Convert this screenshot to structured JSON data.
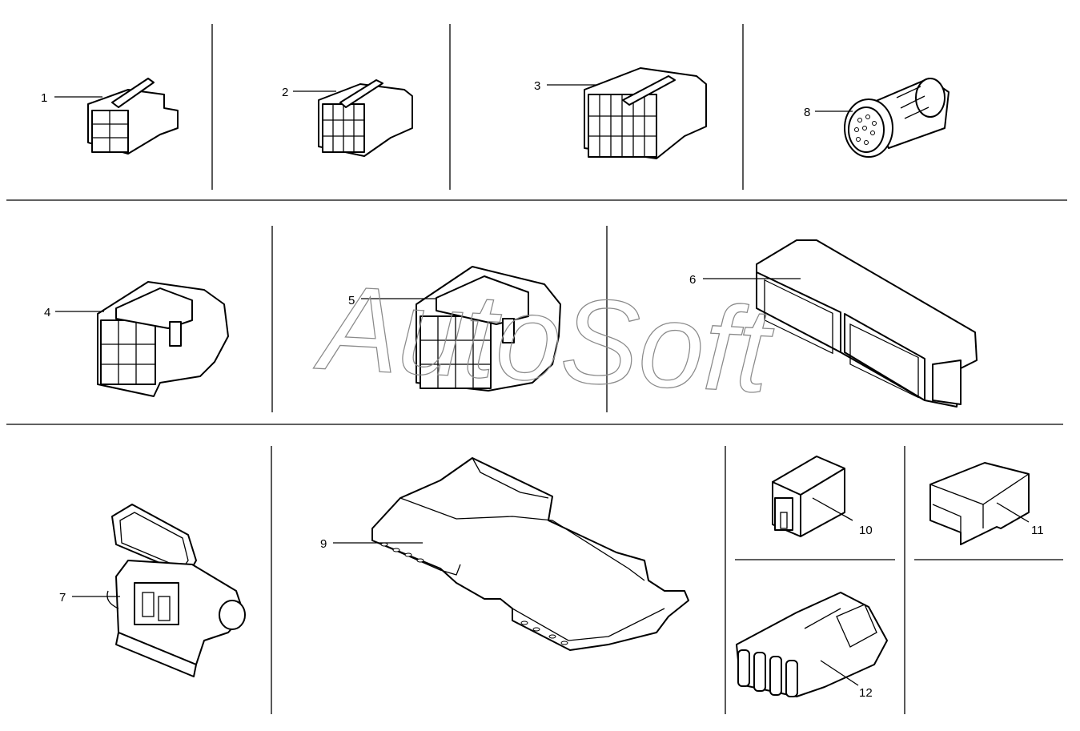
{
  "diagram": {
    "watermark": "AutoSoft",
    "parts": [
      {
        "id": "1",
        "label": "1",
        "icon": "small-6-pin-connector-icon"
      },
      {
        "id": "2",
        "label": "2",
        "icon": "8-pin-connector-icon"
      },
      {
        "id": "3",
        "label": "3",
        "icon": "12-pin-connector-icon"
      },
      {
        "id": "8",
        "label": "8",
        "icon": "round-circular-connector-icon"
      },
      {
        "id": "4",
        "label": "4",
        "icon": "6-way-housing-connector-icon"
      },
      {
        "id": "5",
        "label": "5",
        "icon": "8-way-housing-connector-icon"
      },
      {
        "id": "6",
        "label": "6",
        "icon": "ecu-dual-block-connector-icon"
      },
      {
        "id": "7",
        "label": "7",
        "icon": "sealed-connector-with-cover-icon"
      },
      {
        "id": "9",
        "label": "9",
        "icon": "connector-carrier-frame-icon"
      },
      {
        "id": "10",
        "label": "10",
        "icon": "single-terminal-housing-icon"
      },
      {
        "id": "11",
        "label": "11",
        "icon": "terminal-cover-icon"
      },
      {
        "id": "12",
        "label": "12",
        "icon": "multi-terminal-clip-icon"
      }
    ]
  }
}
